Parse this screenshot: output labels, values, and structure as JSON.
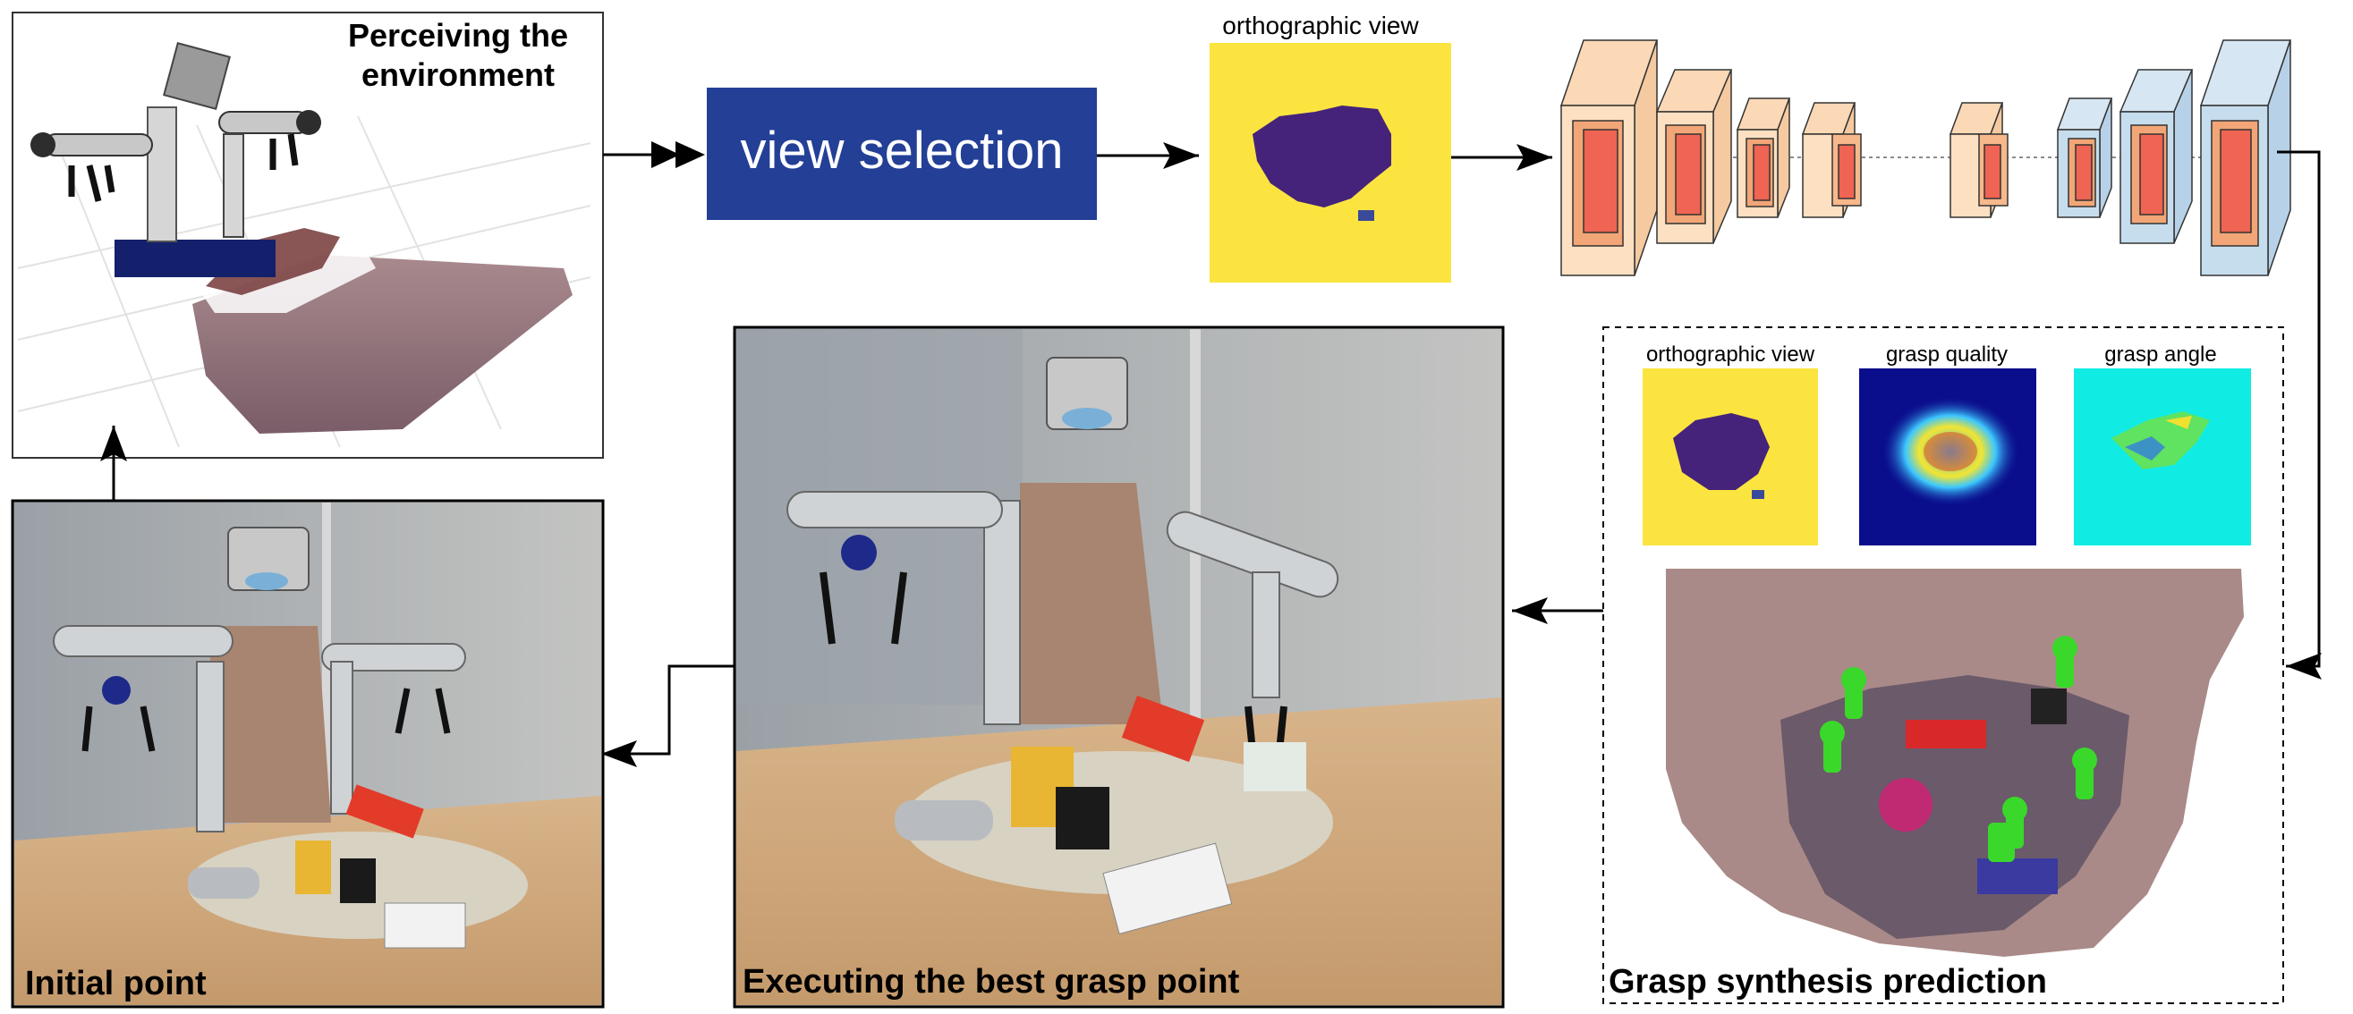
{
  "panels": {
    "perceive": {
      "title_line1": "Perceiving the",
      "title_line2": "environment"
    },
    "view_selection": {
      "label": "view selection"
    },
    "ortho_top": {
      "label": "orthographic view"
    },
    "grasp_synthesis": {
      "title": "Grasp synthesis prediction",
      "maps": [
        {
          "label": "orthographic view"
        },
        {
          "label": "grasp quality"
        },
        {
          "label": "grasp angle"
        }
      ]
    },
    "execute": {
      "title": "Executing the best grasp point"
    },
    "initial": {
      "title": "Initial point"
    }
  },
  "colors": {
    "view_selection_bg": "#233f96",
    "ortho_bg": "#fbe43f",
    "object_purple": "#45237a",
    "quality_bg": "#0a0d8c",
    "angle_bg": "#10ece4",
    "encoder_fill": "#fde0c2",
    "decoder_fill": "#c6ddee",
    "inner_orange": "#f2a677",
    "core_red": "#ef6452"
  }
}
